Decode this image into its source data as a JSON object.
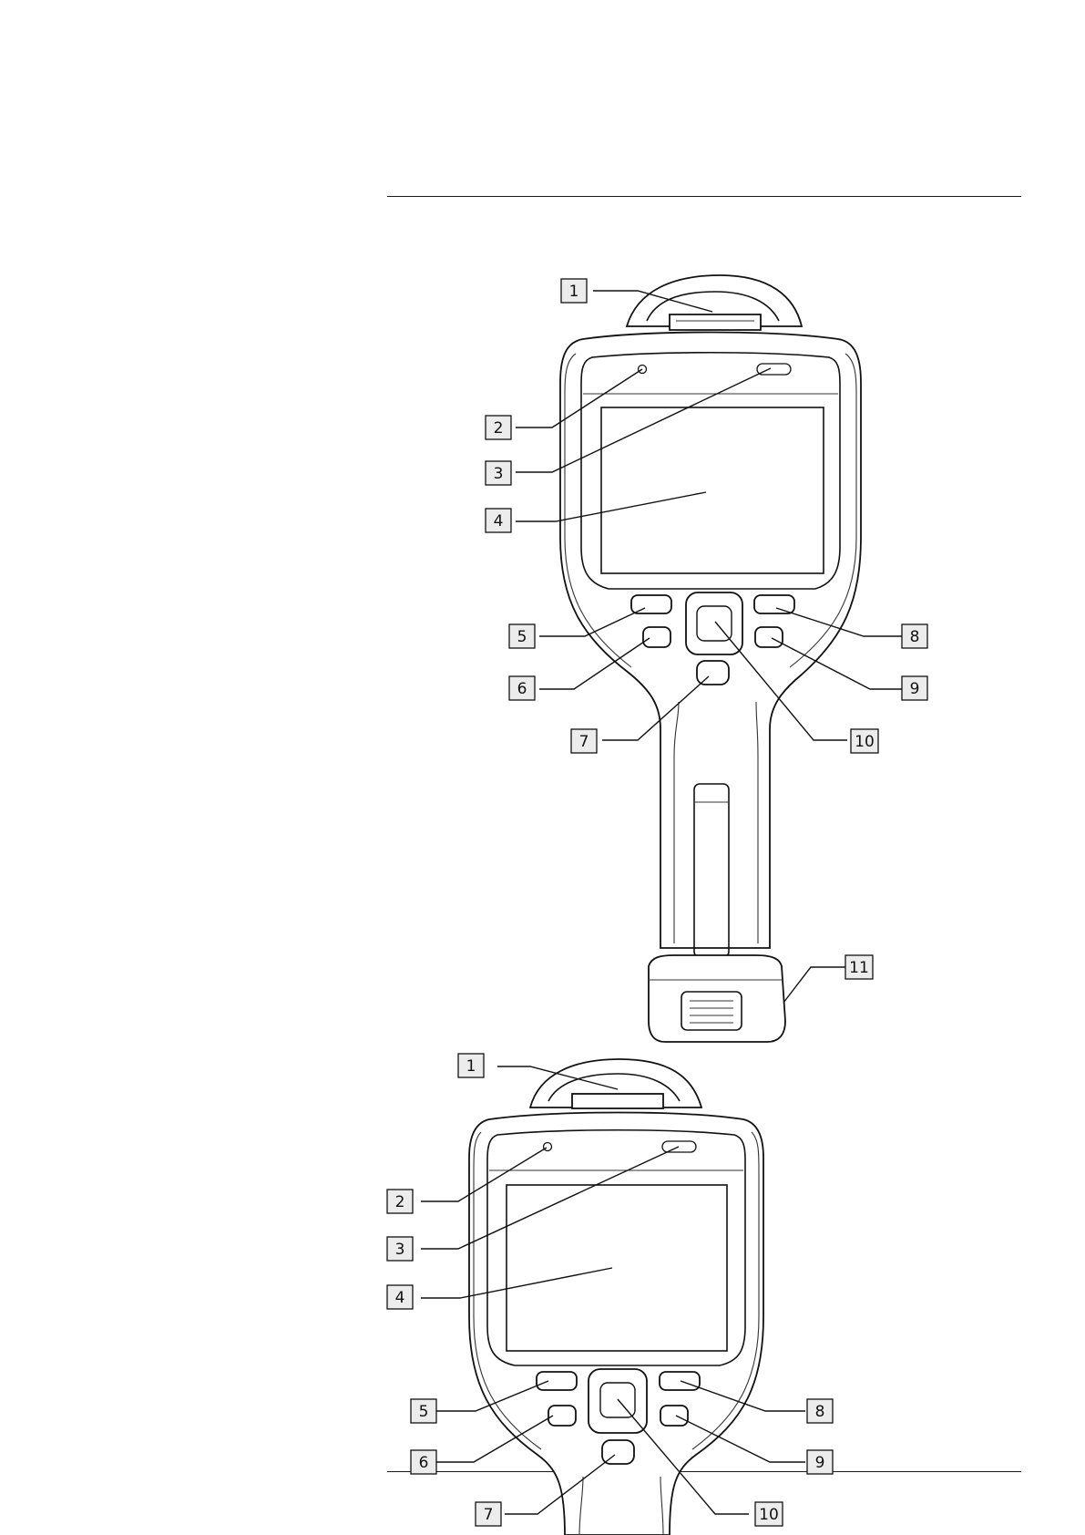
{
  "callouts": [
    "1",
    "2",
    "3",
    "4",
    "5",
    "6",
    "7",
    "8",
    "9",
    "10",
    "11"
  ],
  "figure_bottom_callouts": [
    "1",
    "2",
    "3",
    "4",
    "5",
    "6",
    "7",
    "8",
    "9",
    "10"
  ]
}
